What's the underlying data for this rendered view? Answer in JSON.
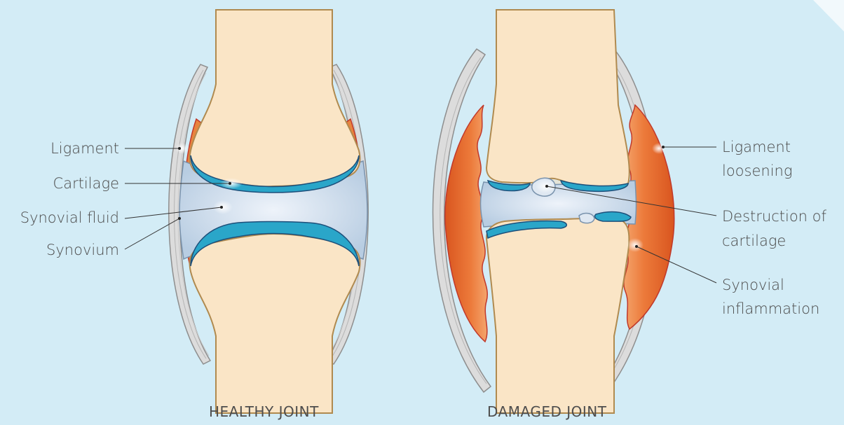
{
  "healthy": {
    "caption": "HEALTHY JOINT",
    "labels": {
      "ligament": "Ligament",
      "cartilage": "Cartilage",
      "synovial_fluid": "Synovial fluid",
      "synovium": "Synovium"
    }
  },
  "damaged": {
    "caption": "DAMAGED JOINT",
    "labels": {
      "ligament_loosening_1": "Ligament",
      "ligament_loosening_2": "loosening",
      "destruction_1": "Destruction of",
      "destruction_2": "cartilage",
      "inflammation_1": "Synovial",
      "inflammation_2": "inflammation"
    }
  },
  "colors": {
    "background": "#d3ecf6",
    "bone": "#fae5c6",
    "cartilage": "#2aa6c9",
    "synovial_fluid": "#c9dbe9",
    "inflammation": "#e56a2c",
    "ligament": "#a8a8a8"
  }
}
